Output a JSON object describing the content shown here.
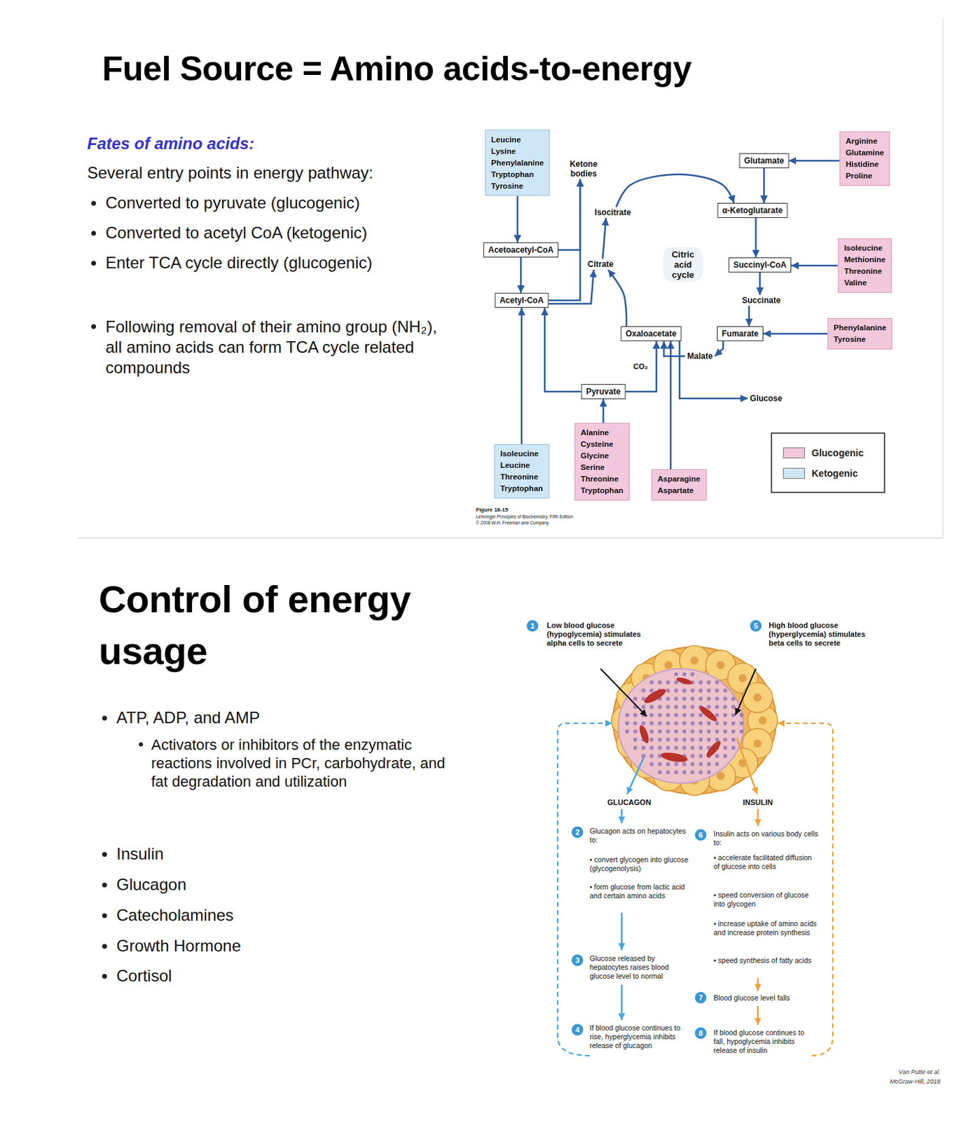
{
  "diagram": {
    "title": "Fuel Source = Amino acids-to-energy",
    "nodes": [
      {
        "text": [
          "Leucine",
          "Lysine",
          "Phenylalanine",
          "Tryptophan",
          "Tyrosine"
        ]
      },
      {
        "text": [
          "Ketone bodies"
        ]
      },
      {
        "text": [
          "Acetoacetyl-CoA"
        ]
      },
      {
        "text": [
          "Acetyl-CoA"
        ]
      },
      {
        "text": [
          "Citrate"
        ]
      },
      {
        "text": [
          "Isocitrate"
        ]
      },
      {
        "text": [
          "α-Ketoglutarate"
        ]
      },
      {
        "text": [
          "Glutamate"
        ]
      },
      {
        "text": [
          "Arginine",
          "Glutamine",
          "Histidine",
          "Proline"
        ]
      },
      {
        "text": [
          "Succinyl-CoA"
        ]
      },
      {
        "text": [
          "Isoleucine",
          "Methionine",
          "Threonine",
          "Valine"
        ]
      },
      {
        "text": [
          "Succinate"
        ]
      },
      {
        "text": [
          "Fumarate"
        ]
      },
      {
        "text": [
          "Phenylalanine",
          "Tyrosine"
        ]
      },
      {
        "text": [
          "Oxaloacetate"
        ]
      },
      {
        "text": [
          "Malate"
        ]
      },
      {
        "text": [
          "Pyruvate"
        ]
      },
      {
        "text": [
          "Glucose"
        ]
      },
      {
        "text": [
          "Isoleucine",
          "Leucine",
          "Threonine",
          "Tryptophan"
        ]
      },
      {
        "text": [
          "Alanine",
          "Cysteine",
          "Glycine",
          "Serine",
          "Threonine",
          "Tryptophan"
        ]
      },
      {
        "text": [
          "Asparagine",
          "Aspartate"
        ]
      }
    ],
    "edges": [
      {
        "from": 0,
        "to": 2,
        "arrow": "to"
      },
      {
        "from": 2,
        "to": 1,
        "arrow": "to"
      },
      {
        "from": 2,
        "to": 3,
        "arrow": "to"
      },
      {
        "from": 3,
        "to": 1,
        "arrow": "to"
      },
      {
        "from": 3,
        "to": 4,
        "arrow": "to"
      },
      {
        "from": 14,
        "to": 4,
        "arrow": "to"
      },
      {
        "from": 4,
        "to": 5,
        "arrow": "to"
      },
      {
        "from": 5,
        "to": 6,
        "arrow": "to"
      },
      {
        "from": 8,
        "to": 7,
        "arrow": "to"
      },
      {
        "from": 7,
        "to": 6,
        "arrow": "to"
      },
      {
        "from": 6,
        "to": 9,
        "arrow": "to"
      },
      {
        "from": 10,
        "to": 9,
        "arrow": "to"
      },
      {
        "from": 9,
        "to": 11,
        "arrow": "to"
      },
      {
        "from": 11,
        "to": 12,
        "arrow": "to"
      },
      {
        "from": 13,
        "to": 12,
        "arrow": "to"
      },
      {
        "from": 12,
        "to": 15,
        "arrow": "to"
      },
      {
        "from": 15,
        "to": 14,
        "arrow": "to"
      },
      {
        "from": 16,
        "to": 14,
        "arrow": "to"
      },
      {
        "from": 16,
        "to": 3,
        "arrow": "to"
      },
      {
        "from": 18,
        "to": 3,
        "arrow": "to"
      },
      {
        "from": 19,
        "to": 16,
        "arrow": "to"
      },
      {
        "from": 20,
        "to": 14,
        "arrow": "to"
      },
      {
        "from": 14,
        "to": 17,
        "arrow": "to"
      }
    ],
    "labels": [
      "Fates of amino acids:",
      "Several entry points in energy pathway:",
      "Converted to pyruvate (glucogenic)",
      "Converted to acetyl CoA (ketogenic)",
      "Enter TCA cycle directly (glucogenic)",
      "Following removal of their amino group (NH₂), all amino acids can form TCA cycle related compounds",
      "Citric acid cycle",
      "CO₂",
      "Figure 18-15",
      "Lehninger Principles of Biochemistry, Fifth Edition",
      "© 2008 W.H. Freeman and Company",
      "Control of energy usage",
      "ATP, ADP, and AMP",
      "Activators or inhibitors of the enzymatic reactions involved in PCr, carbohydrate, and fat degradation and utilization",
      "Insulin",
      "Glucagon",
      "Catecholamines",
      "Growth Hormone",
      "Cortisol",
      "1",
      "Low blood glucose (hypoglycemia) stimulates alpha cells to secrete",
      "5",
      "High blood glucose (hyperglycemia) stimulates beta cells to secrete",
      "GLUCAGON",
      "INSULIN",
      "2",
      "Glucagon acts on hepatocytes to:",
      "• convert glycogen into glucose (glycogenolysis)",
      "• form glucose from lactic acid and certain amino acids",
      "3",
      "Glucose released by hepatocytes raises blood glucose level to normal",
      "4",
      "If blood glucose continues to rise, hyperglycemia inhibits release of glucagon",
      "6",
      "Insulin acts on various body cells to:",
      "• accelerate facilitated diffusion of glucose into cells",
      "• speed conversion of glucose into glycogen",
      "• increase uptake of amino acids and increase protein synthesis",
      "• speed synthesis of fatty acids",
      "7",
      "Blood glucose level falls",
      "8",
      "If blood glucose continues to fall, hypoglycemia inhibits release of insulin",
      "Van Putte et al.",
      "McGraw-Hill, 2018"
    ],
    "legend": [
      {
        "text": "Glucogenic",
        "color": "#f3c7dc"
      },
      {
        "text": "Ketogenic",
        "color": "#cfe6f7"
      }
    ]
  }
}
